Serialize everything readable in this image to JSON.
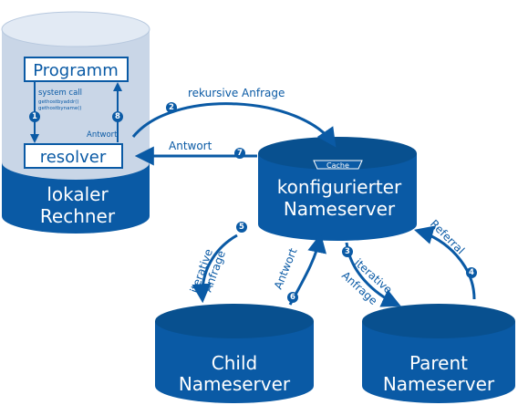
{
  "colors": {
    "primary": "#0a5aa5",
    "dark": "#08508f",
    "light": "#e2eaf4",
    "mid": "#c9d6e7"
  },
  "local": {
    "label_line1": "lokaler",
    "label_line2": "Rechner",
    "program": "Programm",
    "resolver": "resolver",
    "system_call": "system call",
    "call1": "gethostbyaddr()",
    "call2": "gethostbyname()",
    "antwort_inner": "Antwort"
  },
  "configured": {
    "label_line1": "konfigurierter",
    "label_line2": "Nameserver",
    "cache": "Cache"
  },
  "child": {
    "label_line1": "Child",
    "label_line2": "Nameserver"
  },
  "parent": {
    "label_line1": "Parent",
    "label_line2": "Nameserver"
  },
  "arrows": {
    "rekursive": "rekursive Anfrage",
    "antwort7": "Antwort",
    "iterative1": "iterative",
    "anfrage1": "Anfrage",
    "antwort6": "Antwort",
    "iterative2": "iterative",
    "anfrage2": "Anfrage",
    "referral": "Referral"
  },
  "steps": [
    "1",
    "2",
    "3",
    "4",
    "5",
    "6",
    "7",
    "8"
  ]
}
